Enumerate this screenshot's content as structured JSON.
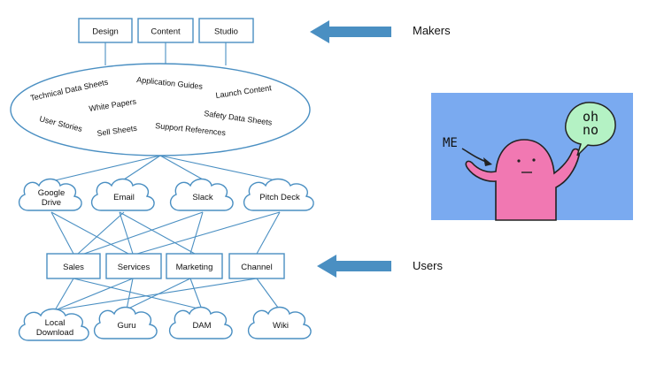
{
  "makers": {
    "boxes": [
      {
        "label": "Design"
      },
      {
        "label": "Content"
      },
      {
        "label": "Studio"
      }
    ],
    "label": "Makers"
  },
  "doc_types": [
    "Technical Data Sheets",
    "Application Guides",
    "Launch Content",
    "White Papers",
    "Safety Data Sheets",
    "User Stories",
    "Sell Sheets",
    "Support References"
  ],
  "storage": [
    "Google Drive",
    "Email",
    "Slack",
    "Pitch Deck"
  ],
  "teams": [
    "Sales",
    "Services",
    "Marketing",
    "Channel"
  ],
  "channels": [
    "Local Download",
    "Guru",
    "DAM",
    "Wiki"
  ],
  "users": {
    "label": "Users"
  },
  "comic": {
    "me_label": "ME",
    "bubble_text": "oh no",
    "bg_color": "#7aaaf0",
    "blob_color": "#f178b2",
    "bubble_color": "#b4f2c4"
  },
  "colors": {
    "line": "#4a8fc2",
    "arrow": "#4a8fc2"
  }
}
